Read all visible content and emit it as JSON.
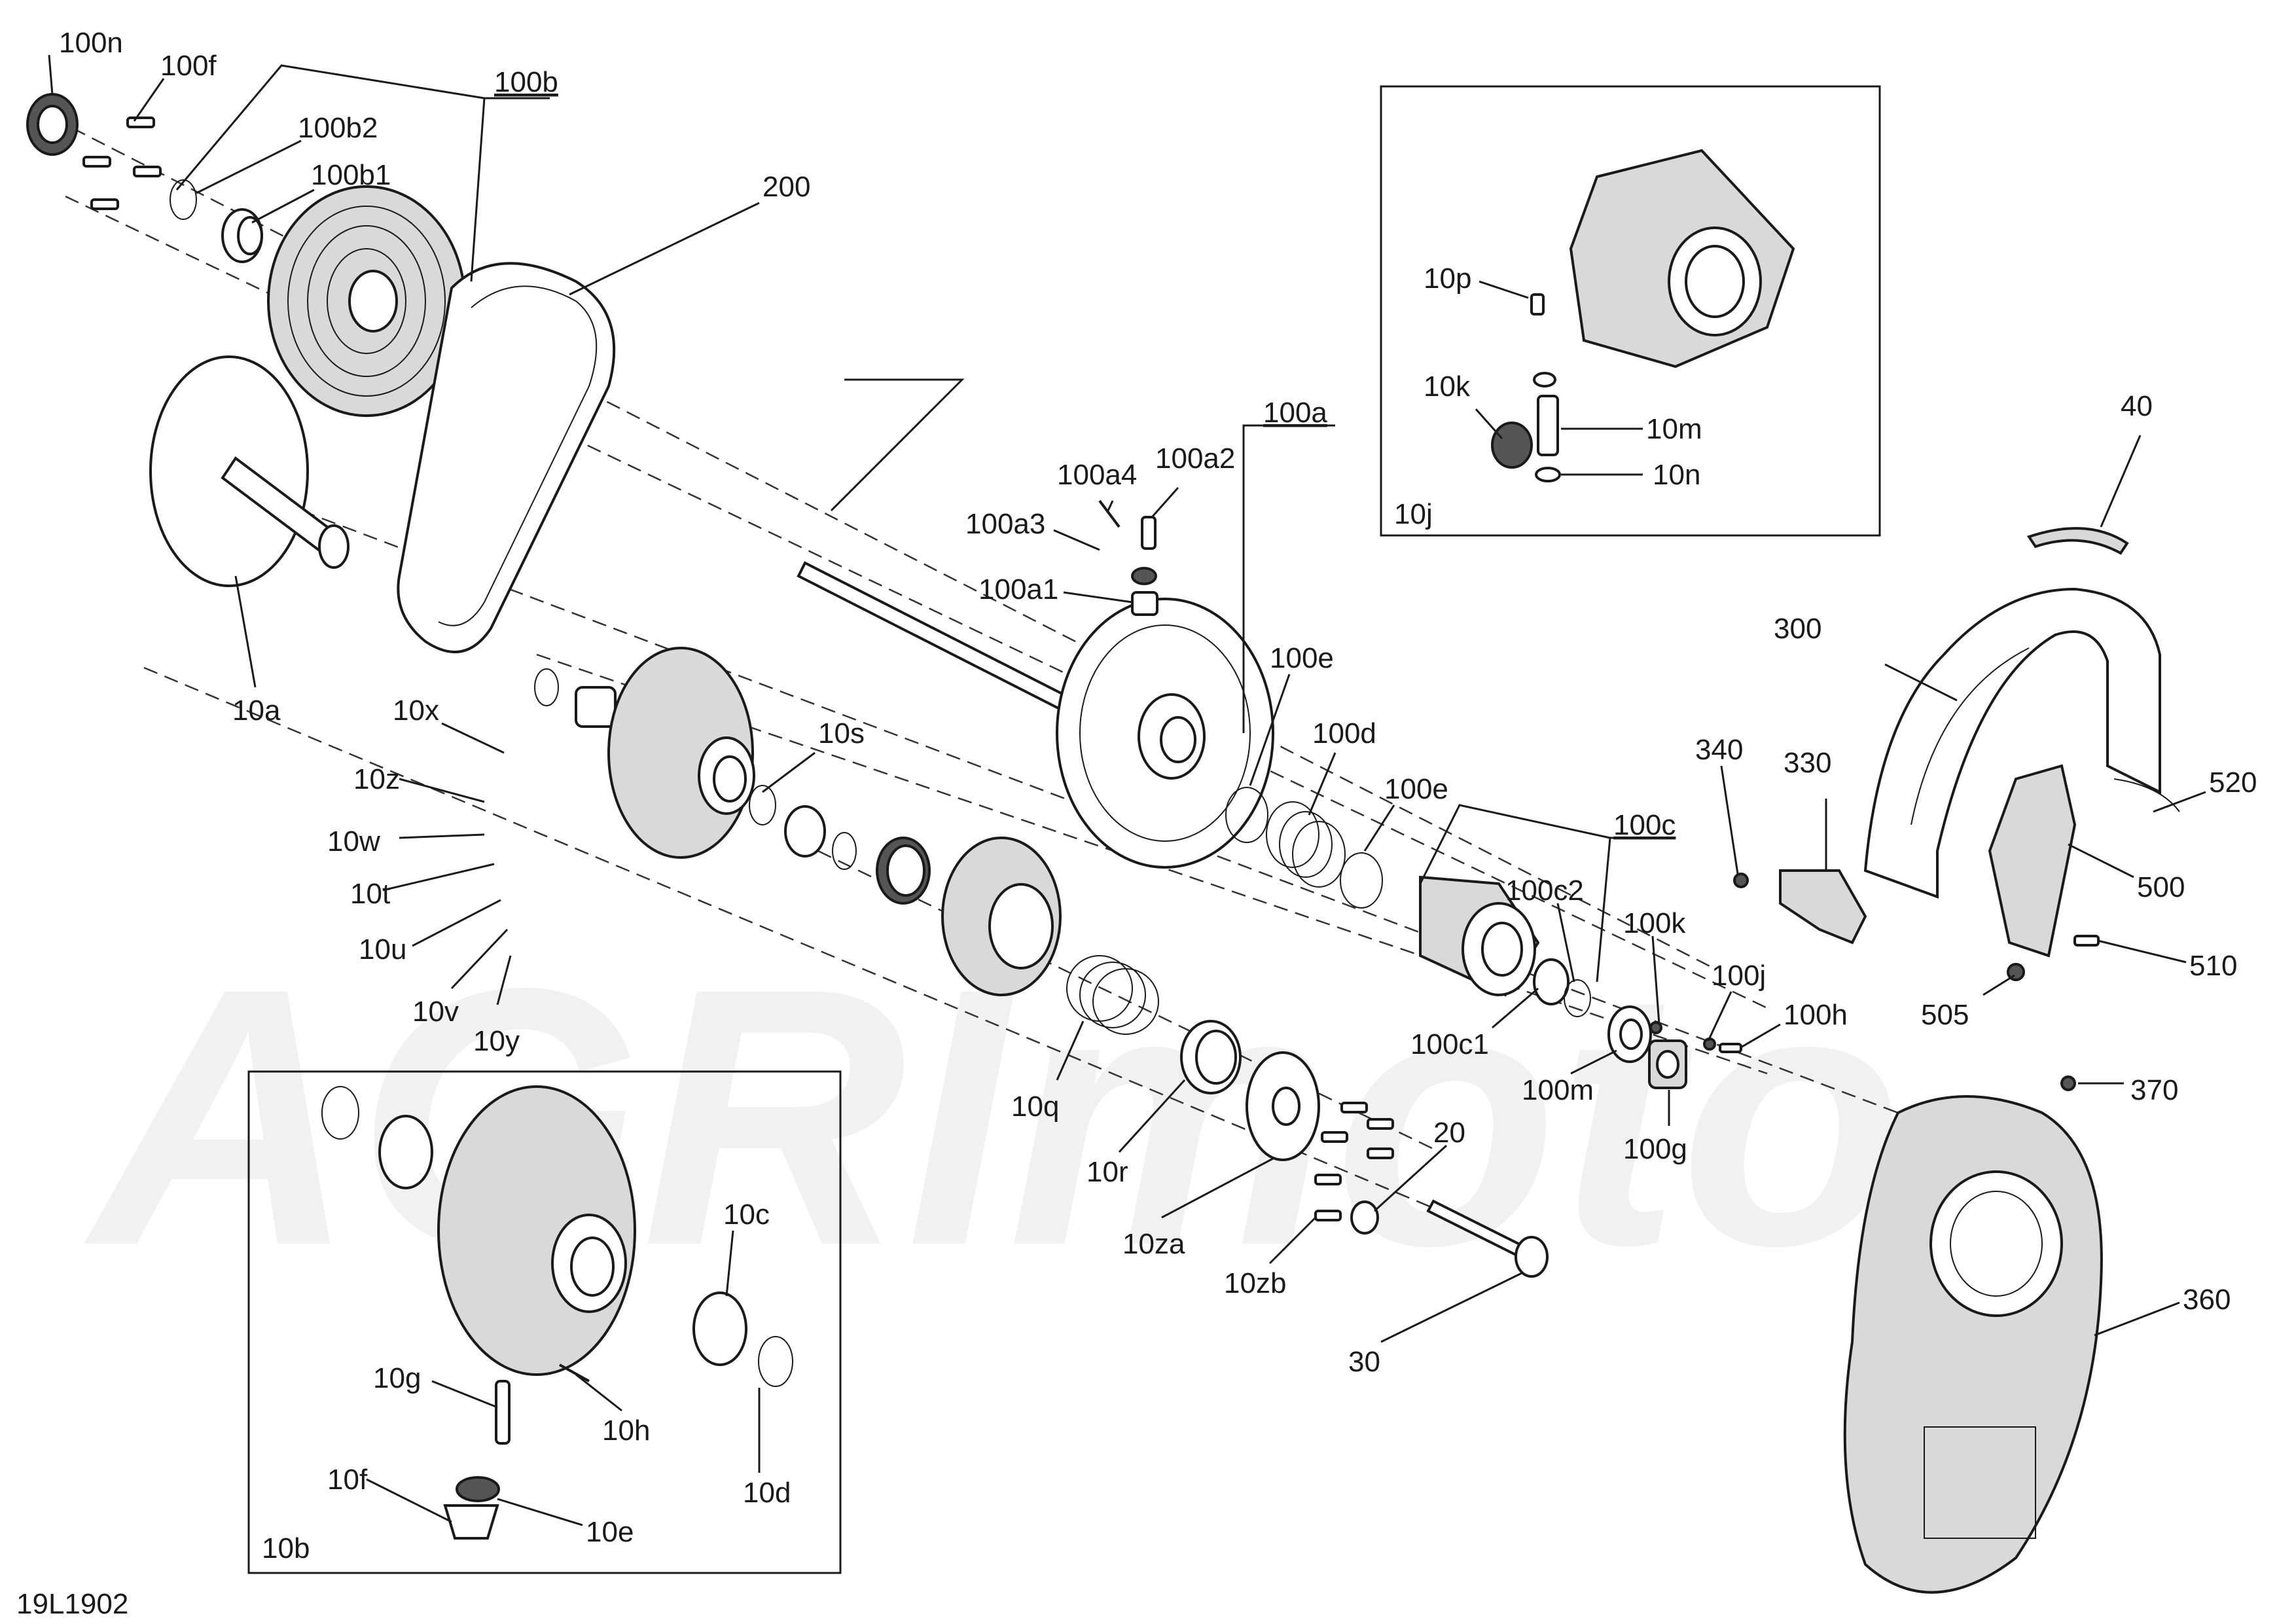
{
  "diagram_code": "19L1902",
  "watermark": "AGRImoto",
  "labels": [
    {
      "id": "100n",
      "text": "100n"
    },
    {
      "id": "100f",
      "text": "100f"
    },
    {
      "id": "100b",
      "text": "100b"
    },
    {
      "id": "100b2",
      "text": "100b2"
    },
    {
      "id": "100b1",
      "text": "100b1"
    },
    {
      "id": "200",
      "text": "200"
    },
    {
      "id": "10a",
      "text": "10a"
    },
    {
      "id": "100a",
      "text": "100a"
    },
    {
      "id": "100a4",
      "text": "100a4"
    },
    {
      "id": "100a2",
      "text": "100a2"
    },
    {
      "id": "100a3",
      "text": "100a3"
    },
    {
      "id": "100a1",
      "text": "100a1"
    },
    {
      "id": "10x",
      "text": "10x"
    },
    {
      "id": "10z",
      "text": "10z"
    },
    {
      "id": "10w",
      "text": "10w"
    },
    {
      "id": "10t",
      "text": "10t"
    },
    {
      "id": "10u",
      "text": "10u"
    },
    {
      "id": "10v",
      "text": "10v"
    },
    {
      "id": "10y",
      "text": "10y"
    },
    {
      "id": "10s",
      "text": "10s"
    },
    {
      "id": "100e_a",
      "text": "100e"
    },
    {
      "id": "100d",
      "text": "100d"
    },
    {
      "id": "100e_b",
      "text": "100e"
    },
    {
      "id": "100c",
      "text": "100c"
    },
    {
      "id": "100c2",
      "text": "100c2"
    },
    {
      "id": "100c1",
      "text": "100c1"
    },
    {
      "id": "100k",
      "text": "100k"
    },
    {
      "id": "100j",
      "text": "100j"
    },
    {
      "id": "100h",
      "text": "100h"
    },
    {
      "id": "100m",
      "text": "100m"
    },
    {
      "id": "100g",
      "text": "100g"
    },
    {
      "id": "10q",
      "text": "10q"
    },
    {
      "id": "10r",
      "text": "10r"
    },
    {
      "id": "10za",
      "text": "10za"
    },
    {
      "id": "10zb",
      "text": "10zb"
    },
    {
      "id": "20",
      "text": "20"
    },
    {
      "id": "30",
      "text": "30"
    },
    {
      "id": "10p",
      "text": "10p"
    },
    {
      "id": "10k",
      "text": "10k"
    },
    {
      "id": "10m",
      "text": "10m"
    },
    {
      "id": "10n",
      "text": "10n"
    },
    {
      "id": "10j",
      "text": "10j"
    },
    {
      "id": "40",
      "text": "40"
    },
    {
      "id": "300",
      "text": "300"
    },
    {
      "id": "340",
      "text": "340"
    },
    {
      "id": "330",
      "text": "330"
    },
    {
      "id": "520",
      "text": "520"
    },
    {
      "id": "500",
      "text": "500"
    },
    {
      "id": "510",
      "text": "510"
    },
    {
      "id": "505",
      "text": "505"
    },
    {
      "id": "370",
      "text": "370"
    },
    {
      "id": "360",
      "text": "360"
    },
    {
      "id": "10c",
      "text": "10c"
    },
    {
      "id": "10g",
      "text": "10g"
    },
    {
      "id": "10h",
      "text": "10h"
    },
    {
      "id": "10d",
      "text": "10d"
    },
    {
      "id": "10f",
      "text": "10f"
    },
    {
      "id": "10e",
      "text": "10e"
    },
    {
      "id": "10b",
      "text": "10b"
    }
  ]
}
